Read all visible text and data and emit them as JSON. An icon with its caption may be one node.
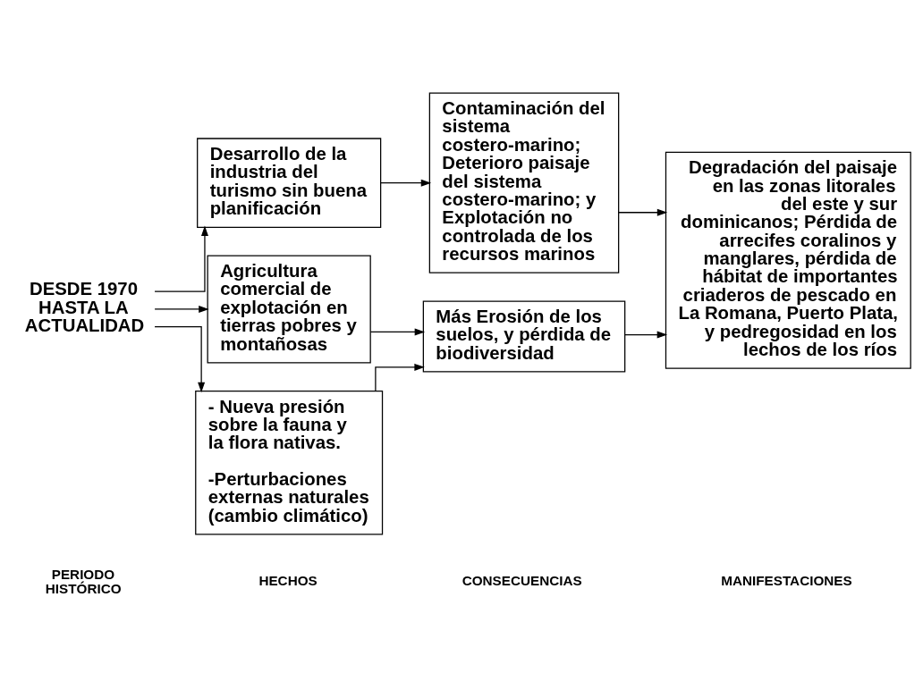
{
  "diagram": {
    "nodes": [
      {
        "text": [
          "DESDE 1970 HASTA LA ACTUALIDAD"
        ]
      },
      {
        "text": [
          "Desarrollo de la industria del turismo sin buena planificación"
        ]
      },
      {
        "text": [
          "Agricultura comercial de explotación en tierras pobres y montañosas"
        ]
      },
      {
        "text": [
          "- Nueva presión sobre la fauna y la flora nativas.",
          "-Perturbaciones externas naturales (cambio climático)"
        ]
      },
      {
        "text": [
          "Contaminación del sistema costero-marino; Deterioro paisaje del sistema costero-marino; y Explotación no controlada de los recursos marinos"
        ]
      },
      {
        "text": [
          "Más Erosión de los suelos, y pérdida de biodiversidad"
        ]
      },
      {
        "text": [
          "Degradación del paisaje en las zonas litorales del este y sur dominicanos; Pérdida de arrecifes coralinos y manglares, pérdida de hábitat de importantes criaderos de pescado en La Romana, Puerto Plata, y pedregosidad en los lechos de los ríos"
        ]
      }
    ],
    "edges": [
      {
        "from": 0,
        "to": 1,
        "arrow": "to"
      },
      {
        "from": 0,
        "to": 2,
        "arrow": "to"
      },
      {
        "from": 0,
        "to": 3,
        "arrow": "to"
      },
      {
        "from": 1,
        "to": 4,
        "arrow": "to"
      },
      {
        "from": 2,
        "to": 5,
        "arrow": "to"
      },
      {
        "from": 3,
        "to": 5,
        "arrow": "to"
      },
      {
        "from": 4,
        "to": 6,
        "arrow": "to"
      },
      {
        "from": 5,
        "to": 6,
        "arrow": "to"
      }
    ],
    "labels": [
      "PERIODO HISTÓRICO",
      "HECHOS",
      "CONSECUENCIAS",
      "MANIFESTACIONES"
    ]
  }
}
